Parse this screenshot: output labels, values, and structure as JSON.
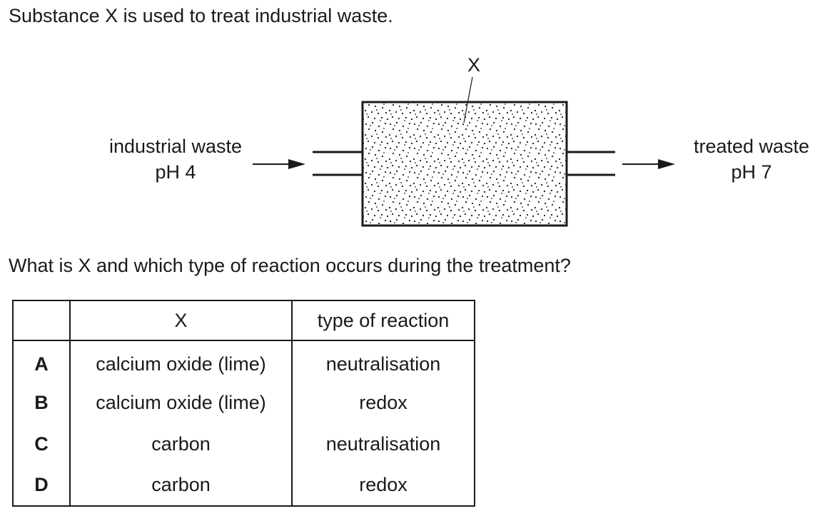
{
  "intro_text": "Substance X is used to treat industrial waste.",
  "diagram": {
    "label_x": "X",
    "inlet_label_line1": "industrial waste",
    "inlet_label_line2": "pH 4",
    "outlet_label_line1": "treated waste",
    "outlet_label_line2": "pH 7"
  },
  "question_text": "What is X and which type of reaction occurs during the treatment?",
  "table": {
    "headers": [
      "",
      "X",
      "type of reaction"
    ],
    "rows": [
      {
        "letter": "A",
        "x": "calcium oxide (lime)",
        "reaction": "neutralisation"
      },
      {
        "letter": "B",
        "x": "calcium oxide (lime)",
        "reaction": "redox"
      },
      {
        "letter": "C",
        "x": "carbon",
        "reaction": "neutralisation"
      },
      {
        "letter": "D",
        "x": "carbon",
        "reaction": "redox"
      }
    ]
  }
}
